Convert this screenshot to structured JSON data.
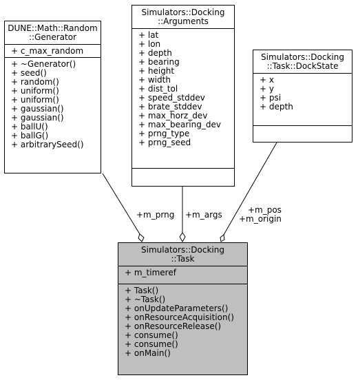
{
  "classes": {
    "generator": {
      "title": [
        "DUNE::Math::Random",
        "::Generator"
      ],
      "attributes": [
        "+ c_max_random"
      ],
      "methods": [
        "+ ~Generator()",
        "+ seed()",
        "+ random()",
        "+ uniform()",
        "+ uniform()",
        "+ gaussian()",
        "+ gaussian()",
        "+ ballU()",
        "+ ballG()",
        "+ arbitrarySeed()"
      ]
    },
    "arguments": {
      "title": [
        "Simulators::Docking",
        "::Arguments"
      ],
      "attributes": [
        "+ lat",
        "+ lon",
        "+ depth",
        "+ bearing",
        "+ height",
        "+ width",
        "+ dist_tol",
        "+ speed_stddev",
        "+ brate_stddev",
        "+ max_horz_dev",
        "+ max_bearing_dev",
        "+ prng_type",
        "+ prng_seed"
      ],
      "methods": []
    },
    "dockstate": {
      "title": [
        "Simulators::Docking",
        "::Task::DockState"
      ],
      "attributes": [
        "+ x",
        "+ y",
        "+ psi",
        "+ depth"
      ],
      "methods": []
    },
    "task": {
      "title": [
        "Simulators::Docking",
        "::Task"
      ],
      "attributes": [
        "+ m_timeref"
      ],
      "methods": [
        "+ Task()",
        "+ ~Task()",
        "+ onUpdateParameters()",
        "+ onResourceAcquisition()",
        "+ onResourceRelease()",
        "+ consume()",
        "+ consume()",
        "+ onMain()"
      ]
    }
  },
  "edges": {
    "prng": {
      "label": [
        "+m_prng"
      ]
    },
    "args": {
      "label": [
        "+m_args"
      ]
    },
    "pos": {
      "label": [
        "+m_pos",
        "+m_origin"
      ]
    }
  }
}
